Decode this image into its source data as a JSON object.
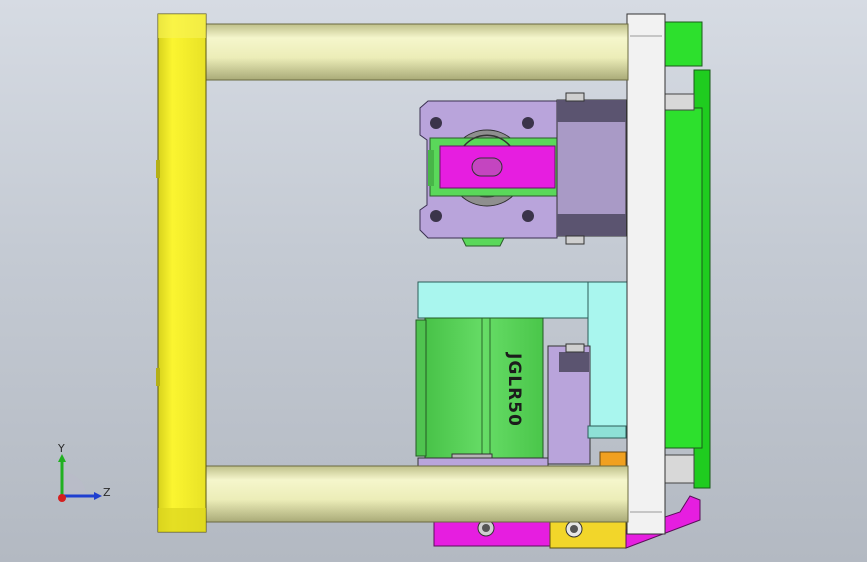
{
  "part": {
    "engraving": "JGLR50"
  },
  "triad": {
    "y_label": "Y",
    "z_label": "Z"
  },
  "colors": {
    "background_top": "#d6dbe3",
    "background_bottom": "#b3b9c2",
    "frame_yellow": "#f6f02a",
    "rod_cream": "#ecedb8",
    "plate_white": "#f2f2f2",
    "plate_green": "#2de02d",
    "clamp_purple": "#b9a4db",
    "magenta": "#e61ee0",
    "cylinder_green": "#5ed65e",
    "bracket_cyan": "#a9f6ee",
    "bearing_gray": "#9a9a9a",
    "accent_orange": "#f0a020"
  }
}
